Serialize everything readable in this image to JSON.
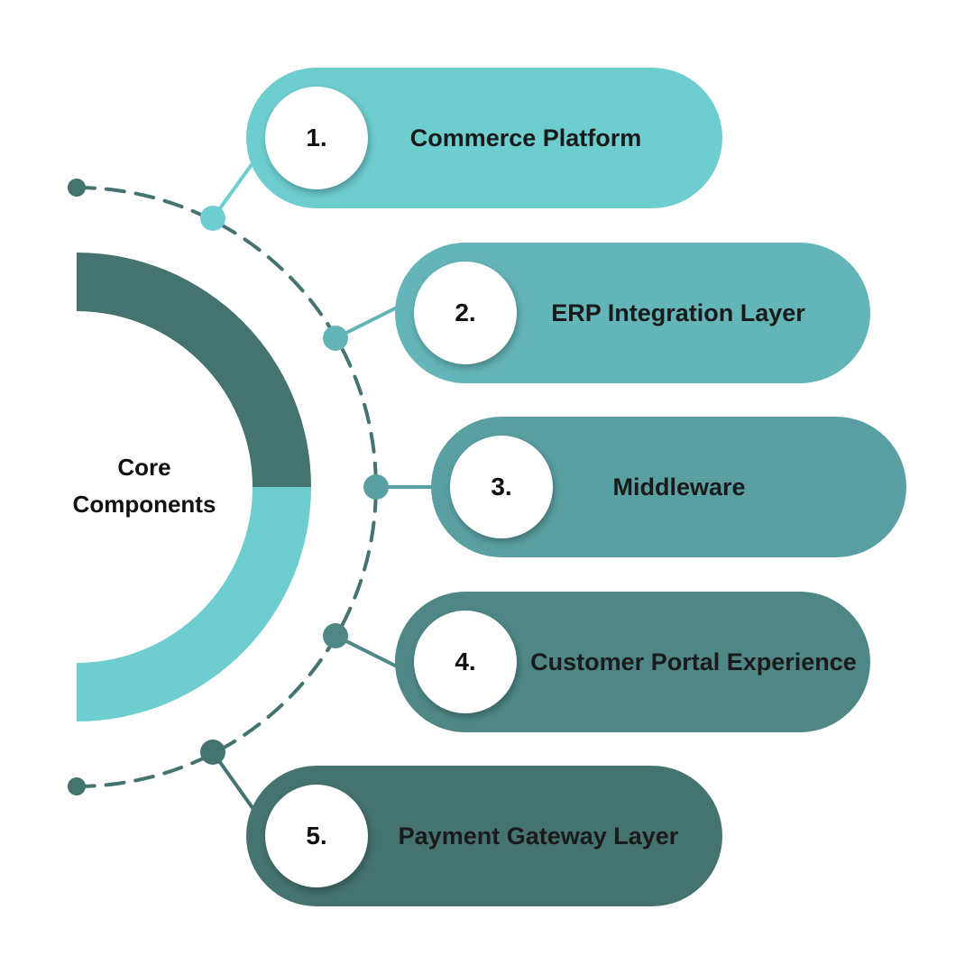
{
  "center": {
    "title_line1": "Core",
    "title_line2": "Components"
  },
  "components": [
    {
      "number": "1.",
      "label": "Commerce Platform",
      "color": "#6ECDCF"
    },
    {
      "number": "2.",
      "label": "ERP Integration Layer",
      "color": "#64B5B8"
    },
    {
      "number": "3.",
      "label": "Middleware",
      "color": "#5A9FA2"
    },
    {
      "number": "4.",
      "label": "Customer Portal Experience",
      "color": "#4F8787"
    },
    {
      "number": "5.",
      "label": "Payment Gateway Layer",
      "color": "#447370"
    }
  ],
  "colors": {
    "arc_upper": "#447370",
    "arc_lower": "#6ECDCF",
    "dashed_arc": "#447370",
    "background": "#FFFFFF",
    "number_circle": "#FFFFFF"
  }
}
